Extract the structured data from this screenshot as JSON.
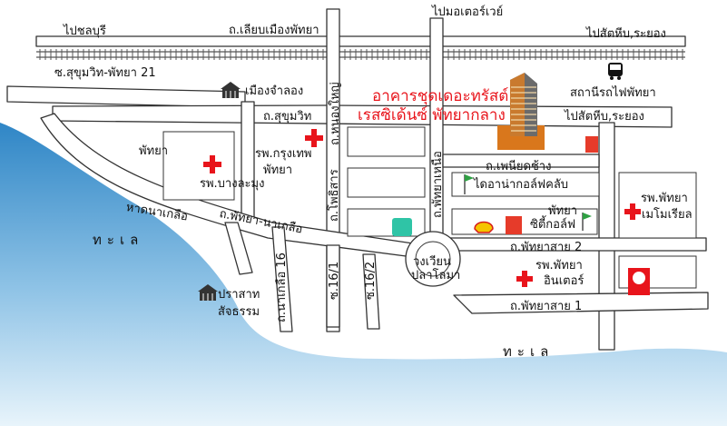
{
  "hotel": {
    "line1": "อาคารชุดเดอะทรัสต์",
    "line2": "เรสซิเด้นซ์ พัทยากลาง",
    "color": "#e8141b"
  },
  "labels": {
    "to_chonburi": "ไปชลบุรี",
    "to_motorway": "ไปมอเตอร์เวย์",
    "liap_mueang": "ถ.เลียบเมืองพัทยา",
    "to_sattahip_top": "ไปสัตหีบ,ระยอง",
    "soi_sukhumvit_21": "ซ.สุขุมวิท-พัทยา 21",
    "mueang_jamlong": "เมืองจำลอง",
    "train_station": "สถานีรถไฟพัทยา",
    "sukhumvit_rd": "ถ.สุขุมวิท",
    "nong_yai_rd": "ถ.หนองใหญ่",
    "to_sattahip_mid": "ไปสัตหีบ,ระยอง",
    "pattaya": "พัทยา",
    "bangkok_hospital_1": "รพ.กรุงเทพ",
    "bangkok_hospital_2": "พัทยา",
    "banglamung_hospital": "รพ.บางละมุง",
    "phoenix_rd": "ถ.เพนียดช้าง",
    "pattaya_nua_rd": "ถ.พัทยาเหนือ",
    "phothisan_rd": "ถ.โพธิสาร",
    "diana_golf": "ไดอาน่ากอล์ฟคลับ",
    "naklua_beach": "หาดนาเกลือ",
    "pattaya_naklua_rd": "ถ.พัทยา-นาเกลือ",
    "pattaya_memorial_1": "รพ.พัทยา",
    "pattaya_memorial_2": "เมโมเรียล",
    "pattaya_city_golf_1": "พัทยา",
    "pattaya_city_golf_2": "ซิตี้กอล์ฟ",
    "sea_top": "ทะเล",
    "pattaya_sai_2": "ถ.พัทยาสาย 2",
    "naklua_16": "ถ.นาเกลือ 16",
    "soi_16_1": "ซ.16/1",
    "soi_16_2": "ซ.16/2",
    "dolphin_circle_1": "วงเวียน",
    "dolphin_circle_2": "ปลาโลมา",
    "pattaya_inter_1": "รพ.พัทยา",
    "pattaya_inter_2": "อินเตอร์",
    "sanctuary_1": "ปราสาท",
    "sanctuary_2": "สัจธรรม",
    "pattaya_sai_1": "ถ.พัทยาสาย 1",
    "sea_bottom": "ทะเล"
  },
  "icons": {
    "hospital": "red-cross-icon",
    "railway": "railway-track-icon",
    "bus": "bus-icon",
    "temple": "temple-building-icon",
    "golf": "golf-flag-icon",
    "shell": "shell-station-icon"
  },
  "colors": {
    "sea": "#2f86c6",
    "road_outline": "#333333",
    "hospital_cross": "#e8141b",
    "tower_orange": "#d9771c",
    "golf_green": "#2ea043",
    "shop_green": "#2fc4a6"
  }
}
